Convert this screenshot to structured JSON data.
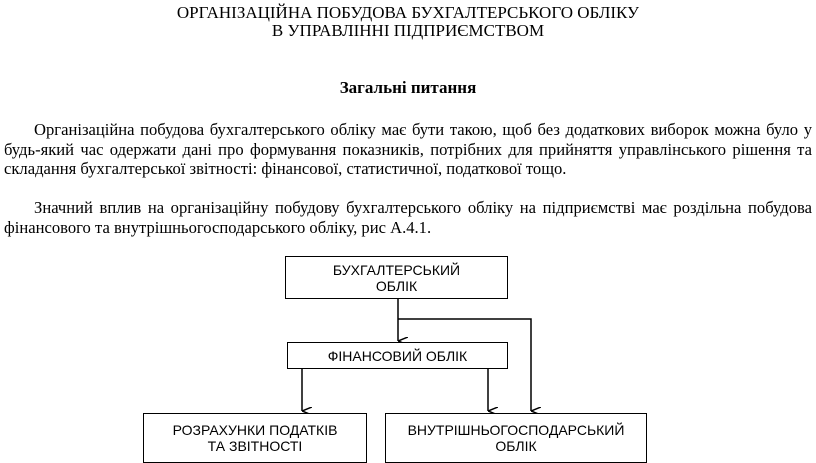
{
  "title": {
    "line1": "ОРГАНІЗАЦІЙНА ПОБУДОВА БУХГАЛТЕРСЬКОГО ОБЛІКУ",
    "line2": "В УПРАВЛІННІ ПІДПРИЄМСТВОМ"
  },
  "heading": "Загальні питання",
  "paragraphs": [
    "Організаційна побудова бухгалтерського обліку має бути такою, щоб без додаткових виборок можна було у будь-який час одержати дані про формування показників, потрібних для прийняття управлінського рішення та складання бухгалтерської звітності: фінансової, статистичної, податкової тощо.",
    "Значний вплив на організаційну побудову бухгалтерського обліку на підприємстві має роздільна побудова фінансового та внутрішньогосподарського обліку, рис А.4.1."
  ],
  "diagram": {
    "top": {
      "line1": "БУХГАЛТЕРСЬКИЙ",
      "line2": "ОБЛІК"
    },
    "middle": "ФІНАНСОВИЙ ОБЛІК",
    "left": {
      "line1": "РОЗРАХУНКИ ПОДАТКІВ",
      "line2": "ТА ЗВІТНОСТІ"
    },
    "right": {
      "line1": "ВНУТРІШНЬОГОСПОДАРСЬКИЙ",
      "line2": "ОБЛІК"
    }
  }
}
